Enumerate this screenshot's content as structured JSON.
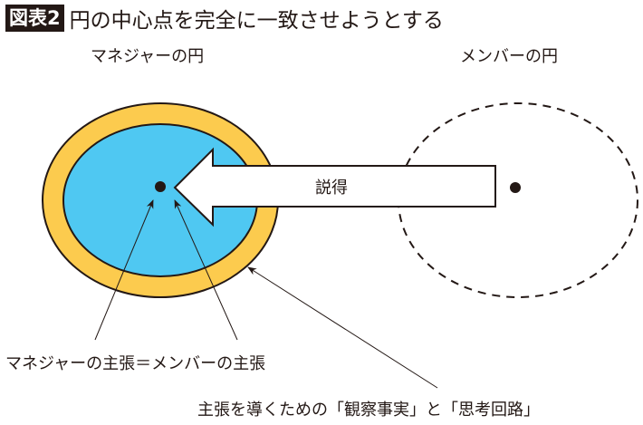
{
  "title": {
    "badge": "図表2",
    "text": "円の中心点を完全に一致させようとする"
  },
  "labels": {
    "manager_circle": "マネジャーの円",
    "member_circle": "メンバーの円",
    "persuasion": "説得",
    "claims_equal": "マネジャーの主張＝メンバーの主張",
    "facts_and_logic": "主張を導くための「観察事実」と「思考回路」"
  },
  "colors": {
    "outer_ring": "#FCCB4E",
    "inner_circle": "#4FC8F2",
    "ink": "#231815"
  }
}
